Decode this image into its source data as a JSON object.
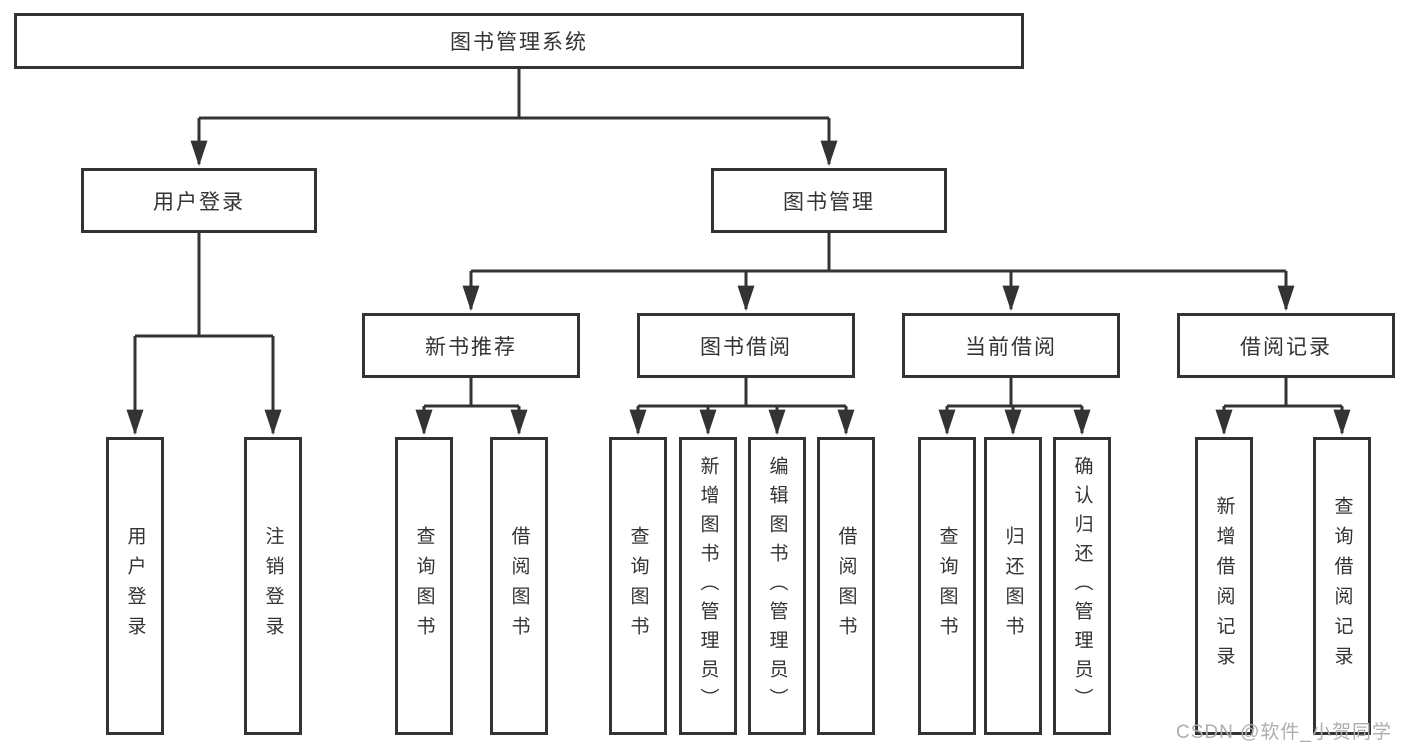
{
  "diagram": {
    "title": "图书管理系统",
    "tree": {
      "label": "图书管理系统",
      "children": [
        {
          "label": "用户登录",
          "children": [
            {
              "label": "用户登录"
            },
            {
              "label": "注销登录"
            }
          ]
        },
        {
          "label": "图书管理",
          "children": [
            {
              "label": "新书推荐",
              "children": [
                {
                  "label": "查询图书"
                },
                {
                  "label": "借阅图书"
                }
              ]
            },
            {
              "label": "图书借阅",
              "children": [
                {
                  "label": "查询图书"
                },
                {
                  "label": "新增图书（管理员）"
                },
                {
                  "label": "编辑图书（管理员）"
                },
                {
                  "label": "借阅图书"
                }
              ]
            },
            {
              "label": "当前借阅",
              "children": [
                {
                  "label": "查询图书"
                },
                {
                  "label": "归还图书"
                },
                {
                  "label": "确认归还（管理员）"
                }
              ]
            },
            {
              "label": "借阅记录",
              "children": [
                {
                  "label": "新增借阅记录"
                },
                {
                  "label": "查询借阅记录"
                }
              ]
            }
          ]
        }
      ]
    },
    "colors": {
      "line": "#333333",
      "box_border": "#333333",
      "text": "#333333",
      "background": "#ffffff",
      "watermark": "#aeaeae"
    }
  },
  "watermark": {
    "text": "CSDN @软件_小贺同学"
  }
}
